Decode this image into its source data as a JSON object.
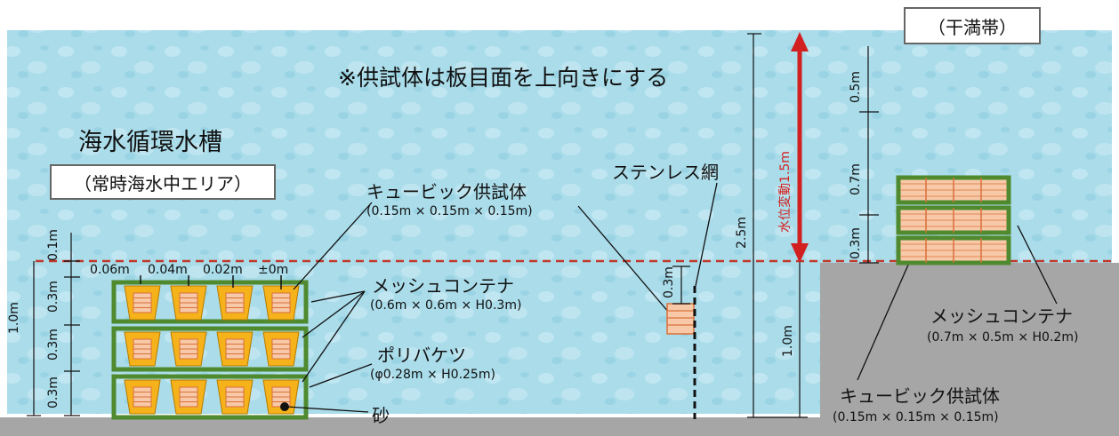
{
  "note": "※供試体は板目面を上向きにする",
  "tank_title": "海水循環水槽",
  "zone_submerged": "（常時海水中エリア）",
  "zone_tidal": "（干満帯）",
  "labels": {
    "cubic_top": "キュービック供試体",
    "cubic_top_dim": "(0.15m × 0.15m × 0.15m)",
    "mesh_left": "メッシュコンテナ",
    "mesh_left_dim": "(0.6m × 0.6m × H0.3m)",
    "bucket": "ポリバケツ",
    "bucket_dim": "(φ0.28m × H0.25m)",
    "sand": "砂",
    "stainless": "ステンレス網",
    "mesh_right": "メッシュコンテナ",
    "mesh_right_dim": "(0.7m × 0.5m × H0.2m)",
    "cubic_bottom": "キュービック供試体",
    "cubic_bottom_dim": "(0.15m × 0.15m × 0.15m)"
  },
  "dimensions": {
    "left_total": "1.0m",
    "left_top": "0.1m",
    "left_row1": "0.3m",
    "left_row2": "0.3m",
    "left_row3": "0.3m",
    "depth_006": "0.06m",
    "depth_004": "0.04m",
    "depth_002": "0.02m",
    "depth_0": "±0m",
    "middle_03": "0.3m",
    "tank_total": "2.5m",
    "tank_lower": "1.0m",
    "water_variation": "水位変動1.5m",
    "right_05": "0.5m",
    "right_07": "0.7m",
    "right_03": "0.3m"
  },
  "colors": {
    "water": "#a8dbe8",
    "water_dark": "#8fcfe0",
    "ground": "#a6a6a6",
    "container": "#4f8a2e",
    "bucket": "#f5b21a",
    "specimen": "#f7c9a8",
    "specimen_line": "#d9703a",
    "water_line": "#c0392b",
    "arrow_red": "#d21f1f"
  }
}
